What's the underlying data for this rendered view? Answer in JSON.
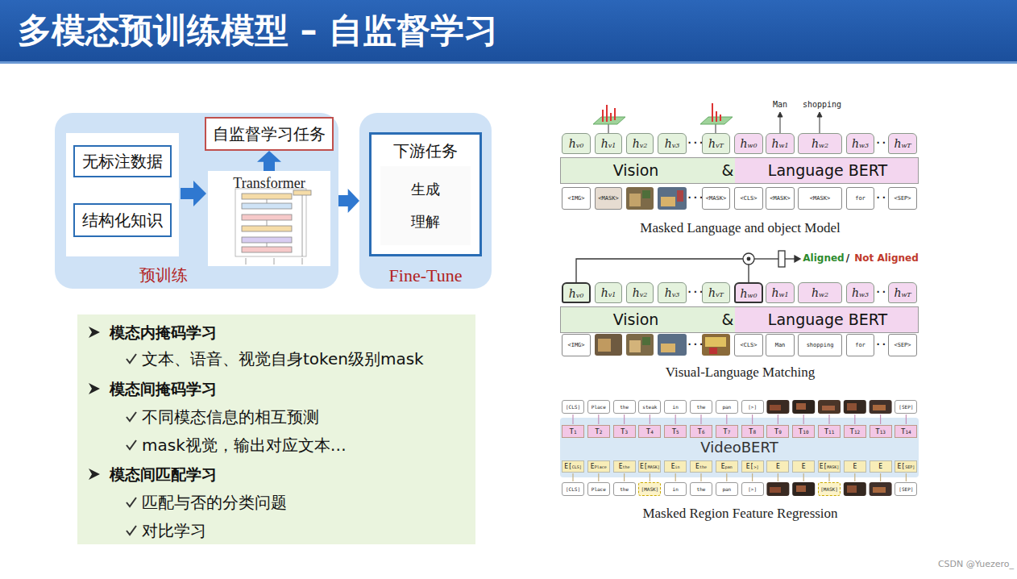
{
  "diagram": {
    "title": "多模态预训练模型 – 自监督学习",
    "nodes": [
      {
        "text": [
          "预训练"
        ]
      },
      {
        "text": [
          "自监督学习任务"
        ],
        "in": 0
      },
      {
        "text": [
          "无标注数据"
        ],
        "in": 0
      },
      {
        "text": [
          "结构化知识"
        ],
        "in": 0
      },
      {
        "text": [
          "Transformer"
        ],
        "in": 0
      },
      {
        "text": [
          "Fine-Tune"
        ]
      },
      {
        "text": [
          "下游任务"
        ],
        "in": 5
      },
      {
        "text": [
          "生成",
          "理解"
        ],
        "in": 6
      },
      {
        "text": [
          "模态内掩码学习",
          "文本、语音、视觉自身token级别mask",
          "模态间掩码学习",
          "不同模态信息的相互预测",
          "mask视觉，输出对应文本…",
          "模态间匹配学习",
          "匹配与否的分类问题",
          "对比学习"
        ]
      },
      {
        "text": [
          "Vision",
          "&",
          "Language BERT"
        ]
      },
      {
        "text": [
          "Vision",
          "&",
          "Language BERT"
        ]
      },
      {
        "text": [
          "VideoBERT"
        ]
      }
    ],
    "edges": [
      {
        "from": 4,
        "to": 1,
        "arrow": "to"
      },
      {
        "from": 0,
        "to": 5,
        "arrow": "to"
      }
    ],
    "labels": [
      "hv0",
      "hv1",
      "hv2",
      "hv3",
      "···",
      "hvT",
      "hw0",
      "hw1",
      "hw2",
      "hw3",
      "···",
      "hwT",
      "Man",
      "shopping",
      "<IMG>",
      "<MASK>",
      "···",
      "<MASK>",
      "<CLS>",
      "<MASK>",
      "<MASK>",
      "for",
      "···",
      "<SEP>",
      "Masked Language and object Model",
      "Aligned",
      "/",
      "Not Aligned",
      "hv0",
      "hv1",
      "hv2",
      "hv3",
      "···",
      "hvT",
      "hw0",
      "hw1",
      "hw2",
      "hw3",
      "···",
      "hwT",
      "<IMG>",
      "···",
      "<CLS>",
      "Man",
      "shopping",
      "for",
      "···",
      "<SEP>",
      "Visual-Language Matching",
      "[CLS]",
      "Place",
      "the",
      "steak",
      "in",
      "the",
      "pan",
      "[>]",
      "[SEP]",
      "T1",
      "T2",
      "T3",
      "T4",
      "T5",
      "T6",
      "T7",
      "T8",
      "T9",
      "T10",
      "T11",
      "T12",
      "T13",
      "T14",
      "E[CLS]",
      "EPlace",
      "Ethe",
      "E[MASK]",
      "Ein",
      "Ethe",
      "Epan",
      "E[>]",
      "E",
      "E",
      "E[MASK]",
      "E",
      "E",
      "E[SEP]",
      "[CLS]",
      "Place",
      "the",
      "[MASK]",
      "in",
      "the",
      "pan",
      "[>]",
      "[MASK]",
      "[SEP]",
      "Masked Region Feature Regression",
      "CSDN @Yuezero_"
    ]
  }
}
